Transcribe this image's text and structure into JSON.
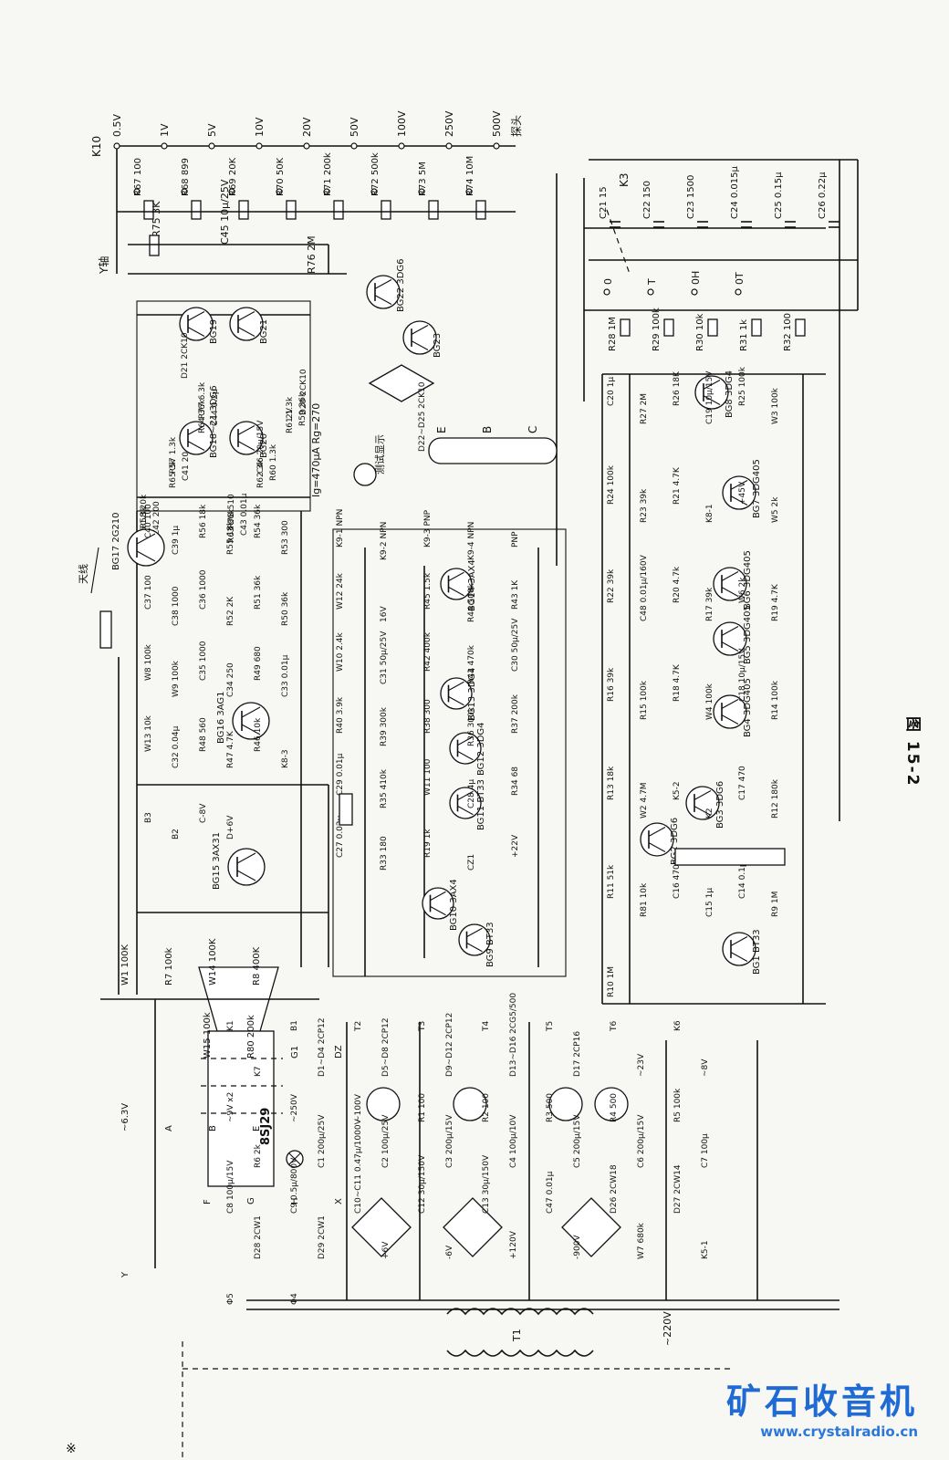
{
  "figure_caption": "图 15-2",
  "watermark": {
    "title": "矿石收音机",
    "url": "www.crystalradio.cn",
    "color": "#1f6bd3"
  },
  "corner_mark": "※",
  "range_switch": {
    "label": "K10",
    "probe": "探头",
    "positions": [
      "0.5V",
      "1V",
      "5V",
      "10V",
      "20V",
      "50V",
      "100V",
      "250V",
      "500V"
    ],
    "resistors": [
      "R67 100",
      "R68 899",
      "R69 20K",
      "R70 50K",
      "R71 200k",
      "R72 500k",
      "R73 5M",
      "R74 10M"
    ]
  },
  "y_input": {
    "label": "Y轴",
    "r75": "R75 3K",
    "c45": "C45 10μ/25V",
    "r76": "R76 2M"
  },
  "time_switch": {
    "label": "K3",
    "caps": [
      "C21 15",
      "C22 150",
      "C23 1500",
      "C24 0.015μ",
      "C25 0.15μ",
      "C26 0.22μ"
    ],
    "positions": [
      "0",
      "T",
      "0H",
      "0T"
    ],
    "resistors": [
      "R28 1M",
      "R29 100k",
      "R30 10k",
      "R31 1k",
      "R32 100"
    ]
  },
  "multivibrator": {
    "transistors": [
      "BG19",
      "BG18~21 3DG6",
      "BG21",
      "BG20",
      "BG22 3DG6",
      "BG23"
    ],
    "diodes": [
      "D21 2CK10",
      "D20 2CK10",
      "D22~D25 2CK10"
    ],
    "labels": [
      "R66 1.3k",
      "R65 3k",
      "R64 36k",
      "R63 36k",
      "R62 3k",
      "R61 1.3k",
      "C42 200",
      "C41 20",
      "C44 0.2μ",
      "C43 0.01μ",
      "R60 1.3k",
      "R59 36k",
      "R58 20k",
      "R57 1.3k",
      "R77 6.3k",
      "R78 510",
      "C46 20μ/15V",
      "2V"
    ]
  },
  "meter": {
    "label": "Ig=470μA Rg=270",
    "note": "测试显示",
    "connector": [
      "E",
      "B",
      "C"
    ]
  },
  "oscillator": {
    "antenna": "天线",
    "transistors": [
      "BG17 2G210",
      "BG16 3AG1",
      "BG15 3AX31"
    ],
    "labels": [
      "C40 100",
      "C39 1μ",
      "R56 18k",
      "R55 18k",
      "R54 36k",
      "R53 300",
      "C37 100",
      "C38 1000",
      "C36 1000",
      "R52 2K",
      "R51 36k",
      "R50 36k",
      "W8 100k",
      "W9 100k",
      "C35 1000",
      "C34 250",
      "R49 680",
      "C33 0.01μ",
      "W13 10k",
      "C32 0.04μ",
      "R48 560",
      "R47 4.7K",
      "R46 10k",
      "K8-3",
      "B3",
      "B2",
      "C-8V",
      "D+6V"
    ]
  },
  "transistor_tester": {
    "transistors": [
      "BG14 3AX4",
      "BG13 3DG4",
      "BG12 3DG4",
      "BG11 BT33",
      "BG10 3AX4",
      "BG9 BT33"
    ],
    "labels": [
      "K9-1 NPN",
      "K9-2 NPN",
      "K9-3 PNP",
      "K9-4 NPN",
      "PNP",
      "W12 24k",
      "16V",
      "R45 1.5k",
      "R44 500k",
      "R43 1K",
      "W10 2.4k",
      "C31 50μ/25V",
      "R42 400k",
      "R41 470k",
      "C30 50μ/25V",
      "R40 3.9k",
      "R39 300k",
      "R38 300",
      "R36 300k",
      "R37 200k",
      "C29 0.01μ",
      "R35 410k",
      "W11 100",
      "C28 4μ",
      "R34 68",
      "C27 0.02μ",
      "R33 180",
      "R19 1k",
      "CZ1",
      "+22V"
    ]
  },
  "sweep_circuit": {
    "transistors": [
      "BG8 3DG4",
      "BG7 3DG405",
      "BG6 3DG405",
      "BG5 3DG405",
      "BG4 3DG405",
      "BG3 3DG6",
      "BG2 3DG6",
      "BG1 BT33"
    ],
    "labels": [
      "C20 1μ",
      "R27 2M",
      "R26 18K",
      "C19 10μ/15V",
      "R25 100k",
      "W3 100k",
      "R24 100k",
      "R23 39k",
      "R21 4.7K",
      "K8-1",
      "+45V",
      "W5 2k",
      "R22 39k",
      "C48 0.01μ/160V",
      "R20 4.7k",
      "R17 39k",
      "W6 2k",
      "R19 4.7K",
      "R16 39k",
      "R15 100k",
      "R18 4.7K",
      "W4 100k",
      "C18 10μ/15V",
      "R14 100k",
      "R13 18k",
      "W2 4.7M",
      "K5-2",
      "K2",
      "C17 470",
      "R12 180k",
      "R11 51k",
      "R81 10k",
      "C16 4700",
      "C15 1μ",
      "C14 0.1μ",
      "R9 1M",
      "R10 1M"
    ]
  },
  "crt": {
    "tube": "8SJ29",
    "labels": [
      "W1 100K",
      "R7 100k",
      "W14 100K",
      "R8 400K",
      "W15 100k",
      "R80 200k",
      "G1",
      "DZ",
      "~6.3V",
      "A",
      "B",
      "E",
      "F",
      "G",
      "H",
      "X",
      "Y"
    ]
  },
  "power_supply": {
    "transformer": "T1",
    "mains": "~220V",
    "labels": [
      "K1",
      "B1",
      "T2",
      "T3",
      "T4",
      "T5",
      "T6",
      "K6",
      "K7",
      "D1~D4 2CP12",
      "D5~D8 2CP12",
      "D9~D12 2CP12",
      "D13~D16 2CG5/500",
      "D17 2CP16",
      "~23V",
      "~8V",
      "~9V x2",
      "~250V",
      "~100V",
      "R1 100",
      "R2 100",
      "R3 500",
      "R4 500",
      "R5 100k",
      "R6 2k",
      "C1 200μ/25V",
      "C2 100μ/25V",
      "C3 200μ/15V",
      "C4 100μ/10V",
      "C5 200μ/15V",
      "C6 200μ/15V",
      "C7 100μ",
      "C8 100μ/15V",
      "C9 0.5μ/800V",
      "C10~C11 0.47μ/1000V",
      "C12 30μ/150V",
      "C13 30μ/150V",
      "C47 0.01μ",
      "D26 2CW18",
      "D27 2CW14",
      "D28 2CW1",
      "D29 2CW1",
      "+6V",
      "-6V",
      "+120V",
      "-900V",
      "W7 680k",
      "K5-1",
      "Φ5",
      "Φ4"
    ]
  }
}
